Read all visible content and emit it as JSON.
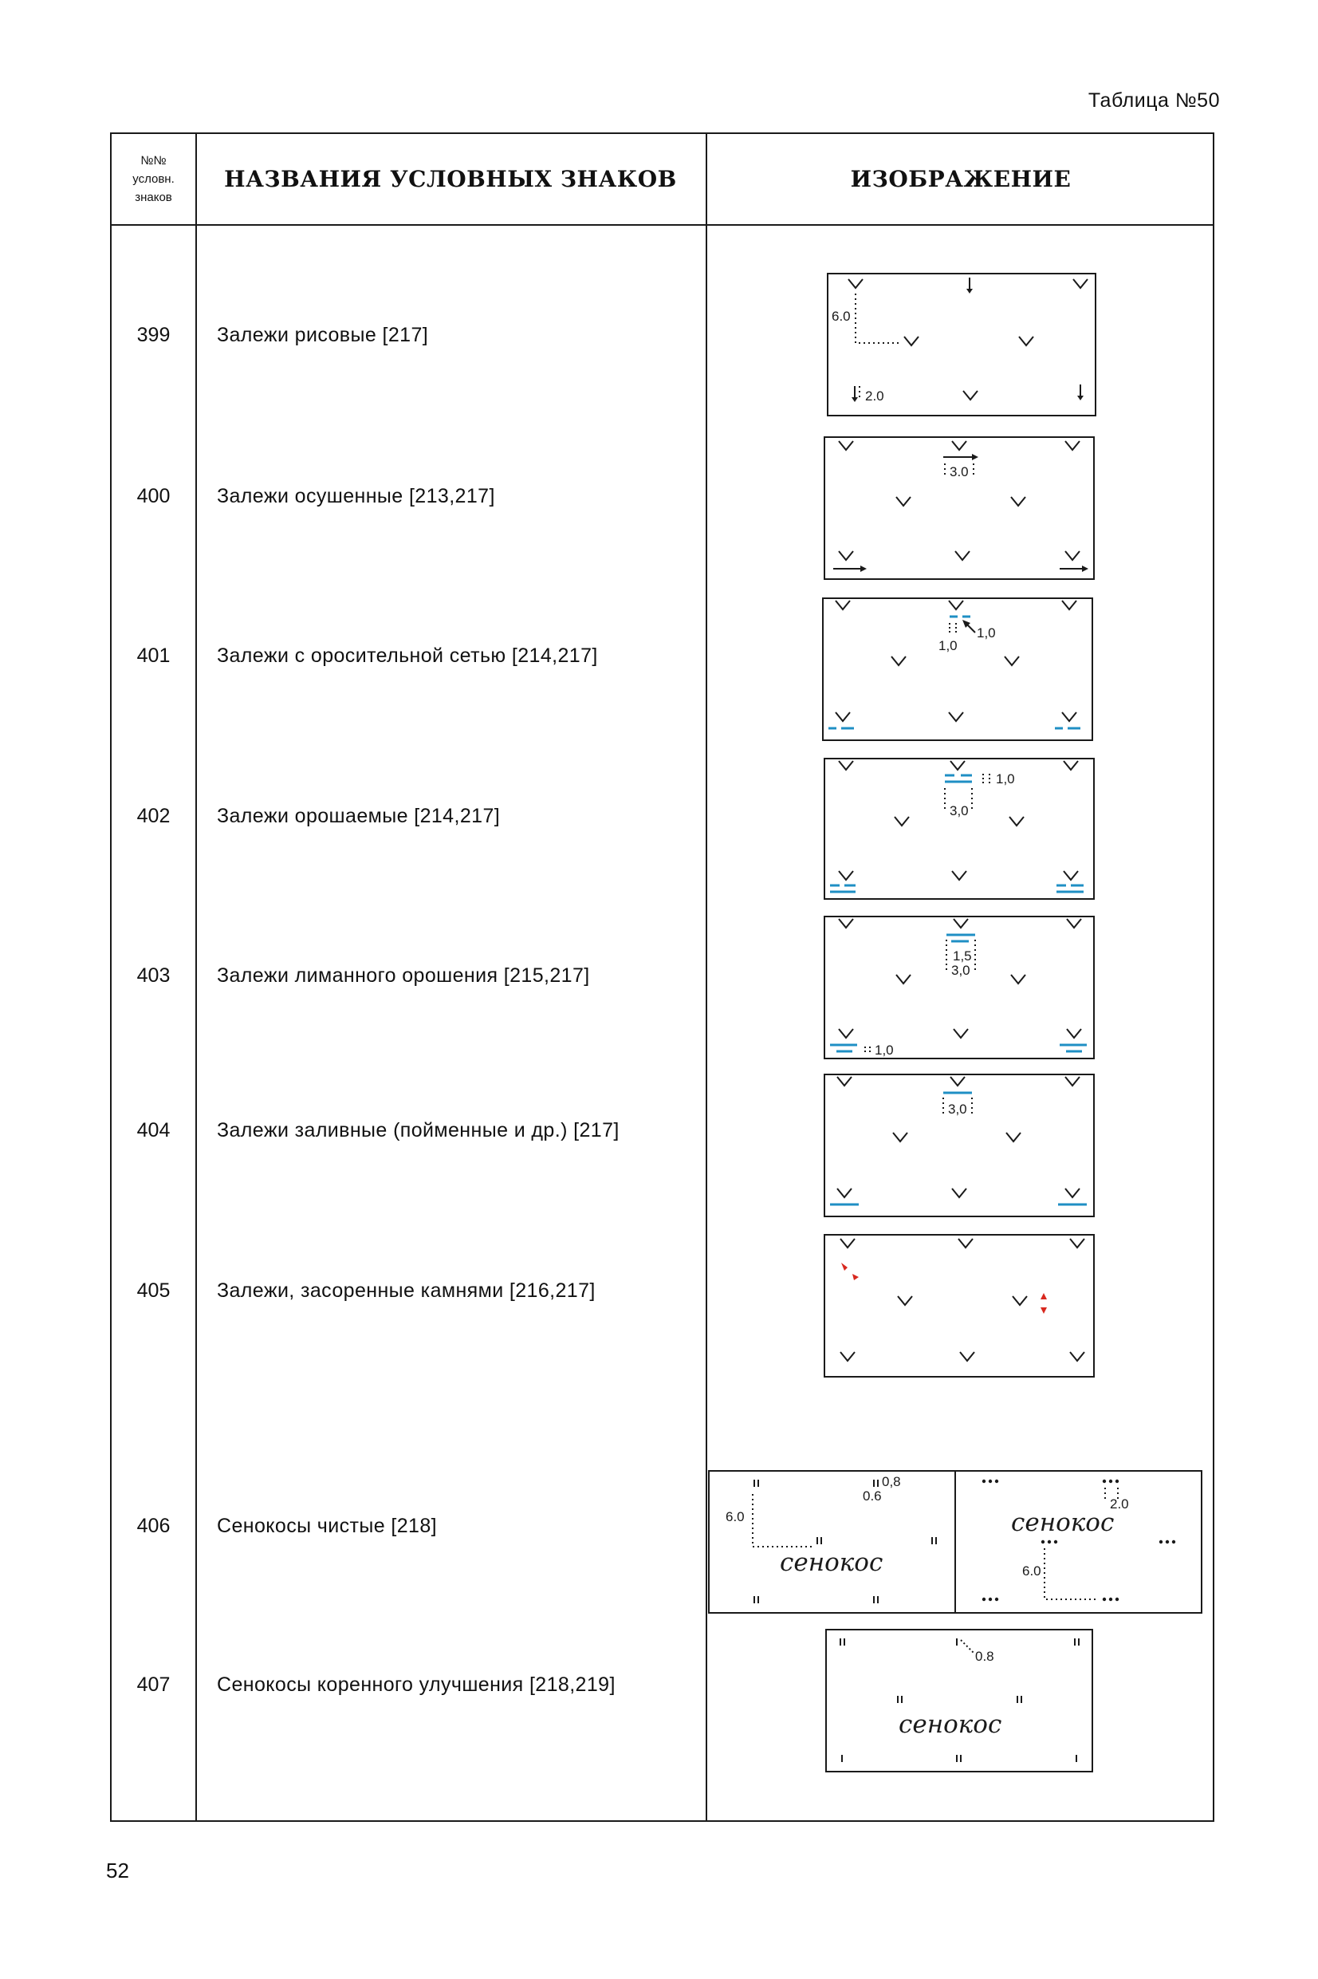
{
  "table_label": "Таблица №50",
  "header": {
    "num_col": "№№\nусловн.\nзнаков",
    "name_col": "НАЗВАНИЯ УСЛОВНЫХ ЗНАКОВ",
    "image_col": "ИЗОБРАЖЕНИЕ"
  },
  "rows": [
    {
      "num": "399",
      "name": "Залежи рисовые [217]"
    },
    {
      "num": "400",
      "name": "Залежи осушенные [213,217]"
    },
    {
      "num": "401",
      "name": "Залежи с оросительной сетью [214,217]"
    },
    {
      "num": "402",
      "name": "Залежи орошаемые [214,217]"
    },
    {
      "num": "403",
      "name": "Залежи лиманного орошения [215,217]"
    },
    {
      "num": "404",
      "name": "Залежи заливные (пойменные и др.) [217]"
    },
    {
      "num": "405",
      "name": "Залежи, засоренные камнями [216,217]"
    },
    {
      "num": "406",
      "name": "Сенокосы чистые [218]"
    },
    {
      "num": "407",
      "name": "Сенокосы коренного улучшения [218,219]"
    }
  ],
  "symbols": {
    "s399": {
      "dim_a": "6.0",
      "dim_b": "2.0"
    },
    "s400": {
      "dim_a": "3.0"
    },
    "s401": {
      "dim_a": "1,0",
      "dim_b": "1,0"
    },
    "s402": {
      "dim_a": "1,0",
      "dim_b": "3,0"
    },
    "s403": {
      "dim_a": "1,5",
      "dim_b": "3,0",
      "dim_c": "1,0"
    },
    "s404": {
      "dim_a": "3,0"
    },
    "s406a": {
      "dim_a": "0,8",
      "dim_b": "0.6",
      "dim_c": "6.0",
      "word": "сенокос"
    },
    "s406b": {
      "dim_a": "2.0",
      "dim_b": "6.0",
      "word": "сенокос"
    },
    "s407": {
      "dim_a": "0.8",
      "word": "сенокос"
    }
  },
  "colors": {
    "line": "#1a1a1a",
    "water": "#1f8fc4",
    "stones": "#d8281f"
  },
  "page_number": "52"
}
